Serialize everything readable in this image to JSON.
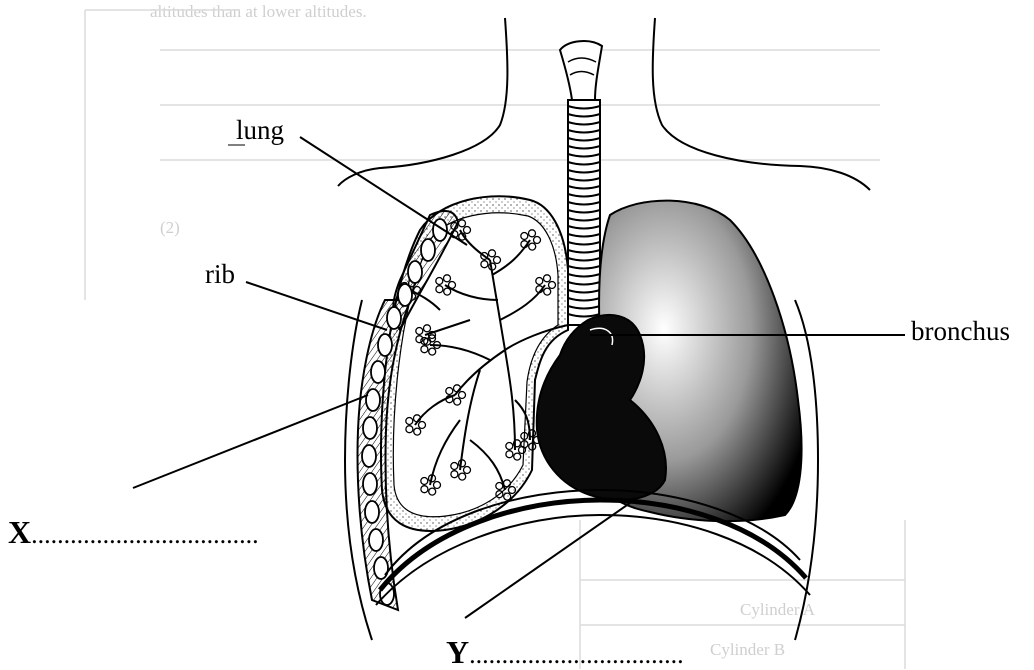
{
  "labels": {
    "lung": "lung",
    "rib": "rib",
    "bronchus": "bronchus"
  },
  "blanks": {
    "x_letter": "X",
    "x_dots": "...................................",
    "y_letter": "Y",
    "y_dots": "................................."
  },
  "showthrough": {
    "line1": "altitudes than at lower altitudes.",
    "mark": "(2)",
    "table_row_a": "Cylinder A",
    "table_row_b": "Cylinder B"
  },
  "colors": {
    "ink": "#000000",
    "lung_fill": "#f6f6f6",
    "heart": "#0a0a0a",
    "bleed": "#d6d6d6"
  }
}
